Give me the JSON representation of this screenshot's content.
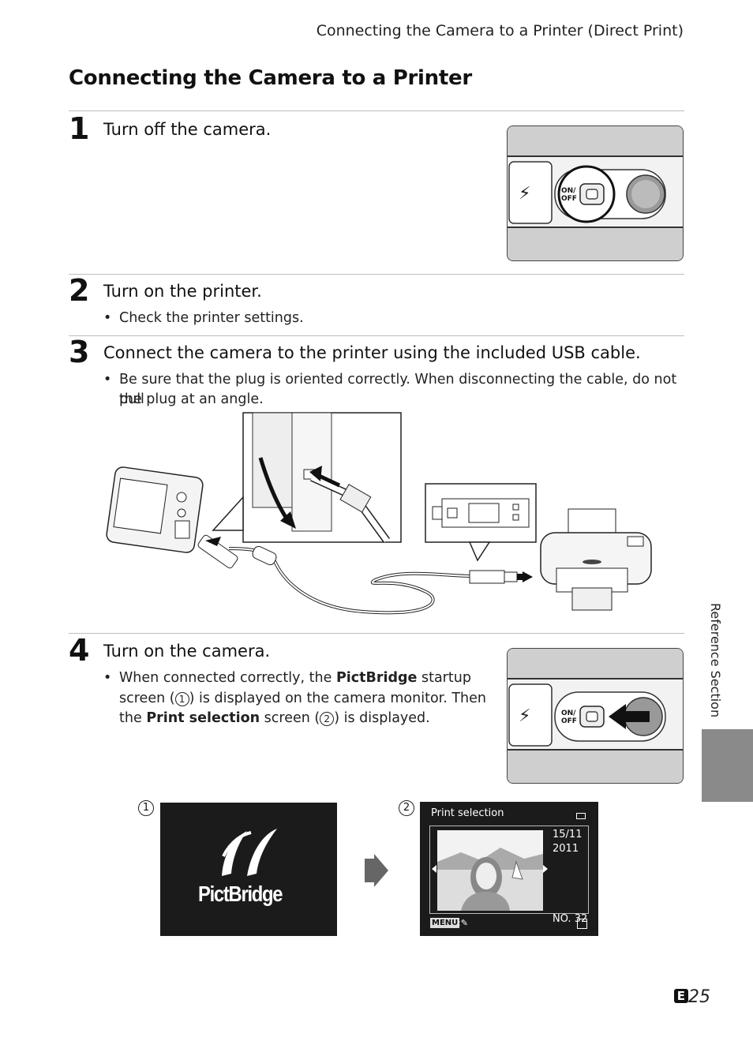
{
  "header": {
    "running_title": "Connecting the Camera to a Printer (Direct Print)"
  },
  "section": {
    "title": "Connecting the Camera to a Printer"
  },
  "steps": [
    {
      "num": "1",
      "heading": "Turn off the camera.",
      "bullets": []
    },
    {
      "num": "2",
      "heading": "Turn on the printer.",
      "bullets": [
        "Check the printer settings."
      ]
    },
    {
      "num": "3",
      "heading": "Connect the camera to the printer using the included USB cable.",
      "bullets": [
        "Be sure that the plug is oriented correctly. When disconnecting the cable, do not pull",
        "the plug at an angle."
      ]
    },
    {
      "num": "4",
      "heading": "Turn on the camera.",
      "bullets": [
        "When connected correctly, the",
        "PictBridge",
        "startup",
        "screen (",
        ") is displayed on the camera monitor. Then",
        "the",
        "Print selection",
        "screen (",
        ") is displayed."
      ]
    }
  ],
  "bullet_symbol": "•",
  "camera_button": {
    "label_line1": "ON/",
    "label_line2": "OFF"
  },
  "screens": {
    "marker1": "1",
    "marker2": "2",
    "pictbridge_logo": "PictBridge",
    "print_selection": {
      "title": "Print selection",
      "date_line1": "15/11",
      "date_line2": "2011",
      "no_label": "NO. 32",
      "count": "[     32 ]",
      "menu_label": "MENU"
    }
  },
  "side_label": "Reference Section",
  "page_number": {
    "prefix": "E",
    "num": "25"
  }
}
